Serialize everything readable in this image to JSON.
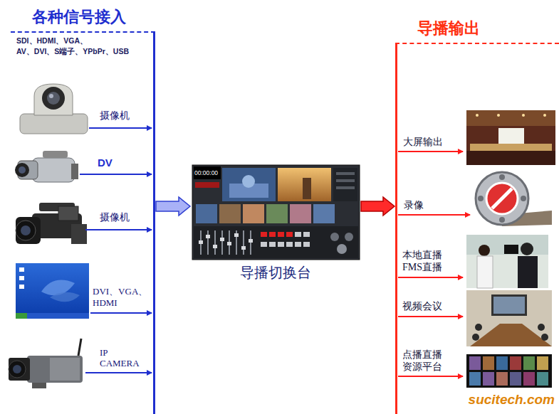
{
  "diagram": {
    "nodes": [
      {
        "text": [
          "各种信号接入",
          "SDI、HDMI、VGA、 AV、DVI、S端子、YPbPr、USB"
        ]
      },
      {
        "text": [
          "导播切换台"
        ]
      },
      {
        "text": [
          "导播输出"
        ]
      }
    ],
    "edges": [
      {
        "from": 0,
        "to": 1,
        "arrow": "to"
      },
      {
        "from": 1,
        "to": 2,
        "arrow": "to"
      }
    ],
    "labels": [
      "摄像机",
      "DV",
      "摄像机",
      "DVI、VGA、 HDMI",
      "IP CAMERA",
      "00:00:00",
      "大屏输出",
      "录像",
      "本地直播 FMS直播",
      "视频会议",
      "点播直播 资源平台",
      "sucitech.com"
    ]
  }
}
